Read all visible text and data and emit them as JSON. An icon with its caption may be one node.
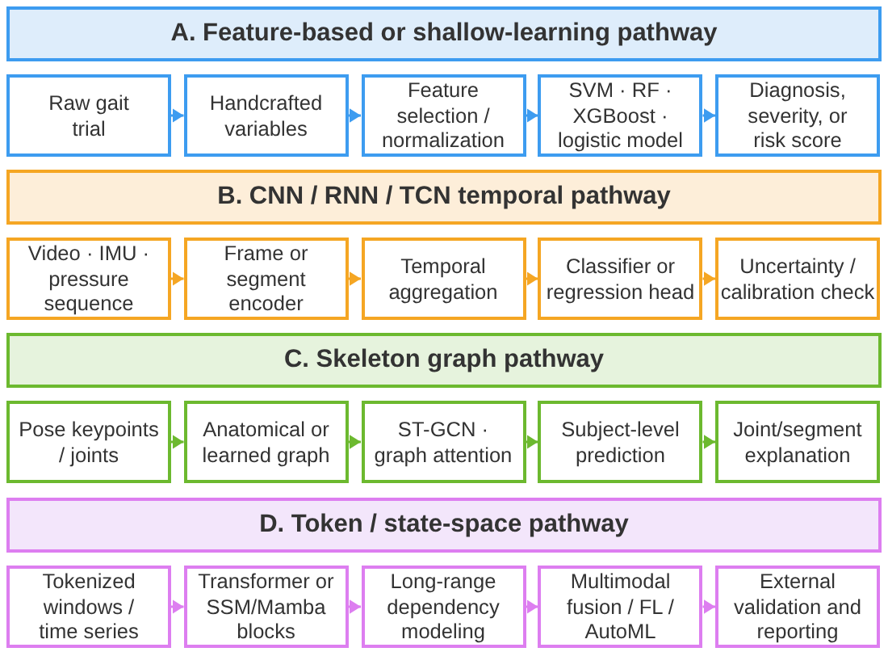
{
  "diagram": {
    "nodes": [
      {
        "text": [
          "A. Feature-based or shallow-learning pathway"
        ]
      },
      {
        "text": [
          "Raw gait trial"
        ]
      },
      {
        "text": [
          "Handcrafted variables"
        ]
      },
      {
        "text": [
          "Feature selection / normalization"
        ]
      },
      {
        "text": [
          "SVM · RF · XGBoost · logistic model"
        ]
      },
      {
        "text": [
          "Diagnosis, severity, or risk score"
        ]
      },
      {
        "text": [
          "B. CNN / RNN / TCN temporal pathway"
        ]
      },
      {
        "text": [
          "Video · IMU · pressure sequence"
        ]
      },
      {
        "text": [
          "Frame or segment encoder"
        ]
      },
      {
        "text": [
          "Temporal aggregation"
        ]
      },
      {
        "text": [
          "Classifier or regression head"
        ]
      },
      {
        "text": [
          "Uncertainty / calibration check"
        ]
      },
      {
        "text": [
          "C. Skeleton graph pathway"
        ]
      },
      {
        "text": [
          "Pose keypoints / joints"
        ]
      },
      {
        "text": [
          "Anatomical or learned graph"
        ]
      },
      {
        "text": [
          "ST-GCN · graph attention"
        ]
      },
      {
        "text": [
          "Subject-level prediction"
        ]
      },
      {
        "text": [
          "Joint/segment explanation"
        ]
      },
      {
        "text": [
          "D. Token / state-space pathway"
        ]
      },
      {
        "text": [
          "Tokenized windows / time series"
        ]
      },
      {
        "text": [
          "Transformer or SSM/Mamba blocks"
        ]
      },
      {
        "text": [
          "Long-range dependency modeling"
        ]
      },
      {
        "text": [
          "Multimodal fusion / FL / AutoML"
        ]
      },
      {
        "text": [
          "External validation and reporting"
        ]
      }
    ],
    "edges": [
      {
        "from": 1,
        "to": 2,
        "arrow": "to",
        "color": "#3d9cf0"
      },
      {
        "from": 2,
        "to": 3,
        "arrow": "to",
        "color": "#3d9cf0"
      },
      {
        "from": 3,
        "to": 4,
        "arrow": "to",
        "color": "#3d9cf0"
      },
      {
        "from": 4,
        "to": 5,
        "arrow": "to",
        "color": "#3d9cf0"
      },
      {
        "from": 7,
        "to": 8,
        "arrow": "to",
        "color": "#f5a623"
      },
      {
        "from": 8,
        "to": 9,
        "arrow": "to",
        "color": "#f5a623"
      },
      {
        "from": 9,
        "to": 10,
        "arrow": "to",
        "color": "#f5a623"
      },
      {
        "from": 10,
        "to": 11,
        "arrow": "to",
        "color": "#f5a623"
      },
      {
        "from": 13,
        "to": 14,
        "arrow": "to",
        "color": "#6cb92f"
      },
      {
        "from": 14,
        "to": 15,
        "arrow": "to",
        "color": "#6cb92f"
      },
      {
        "from": 15,
        "to": 16,
        "arrow": "to",
        "color": "#6cb92f"
      },
      {
        "from": 16,
        "to": 17,
        "arrow": "to",
        "color": "#6cb92f"
      },
      {
        "from": 19,
        "to": 20,
        "arrow": "to",
        "color": "#dd7ef0"
      },
      {
        "from": 20,
        "to": 21,
        "arrow": "to",
        "color": "#dd7ef0"
      },
      {
        "from": 21,
        "to": 22,
        "arrow": "to",
        "color": "#dd7ef0"
      },
      {
        "from": 22,
        "to": 23,
        "arrow": "to",
        "color": "#dd7ef0"
      }
    ]
  }
}
